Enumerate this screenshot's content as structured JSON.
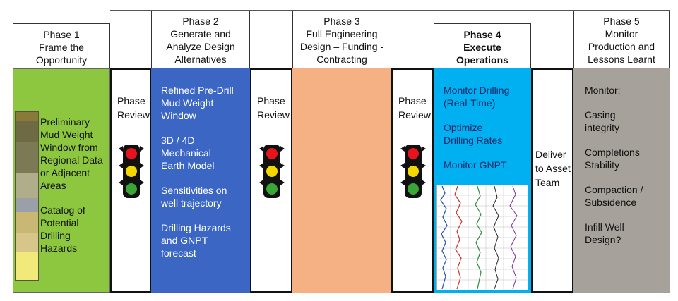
{
  "phases": [
    {
      "title": "Phase 1\nFrame the\nOpportunity",
      "items": [
        "Preliminary\nMud Weight\nWindow from\nRegional Data\nor Adjacent\nAreas",
        "Catalog of\nPotential\nDrilling\nHazards"
      ]
    },
    {
      "title": "Phase 2\nGenerate and\nAnalyze Design\nAlternatives",
      "items": [
        "Refined Pre-Drill\nMud Weight\nWindow",
        "3D / 4D\nMechanical\nEarth Model",
        "Sensitivities on\nwell trajectory",
        "Drilling Hazards\nand GNPT\nforecast"
      ]
    },
    {
      "title": "Phase 3\nFull Engineering\nDesign – Funding -\nContracting",
      "items": []
    },
    {
      "title": "Phase 4\nExecute\nOperations",
      "items": [
        "Monitor Drilling\n(Real-Time)",
        "Optimize\nDrilling Rates",
        "Monitor GNPT"
      ]
    },
    {
      "title": "Phase 5\nMonitor\nProduction and\nLessons Learnt",
      "items": [
        "Monitor:",
        "Casing\nintegrity",
        "Completions\nStability",
        "Compaction /\nSubsidence",
        "Infill Well\nDesign?"
      ]
    }
  ],
  "review_label": "Phase\nReview",
  "deliver_label": "Deliver\nto Asset\nTeam",
  "colors": {
    "phase1": "#8dc63f",
    "phase2": "#3b66c4",
    "phase3": "#f5b183",
    "phase4": "#00b0f0",
    "phase5": "#a6a19b",
    "light_red": "#e8131b",
    "light_yellow": "#f5d700",
    "light_green": "#3aa635"
  }
}
